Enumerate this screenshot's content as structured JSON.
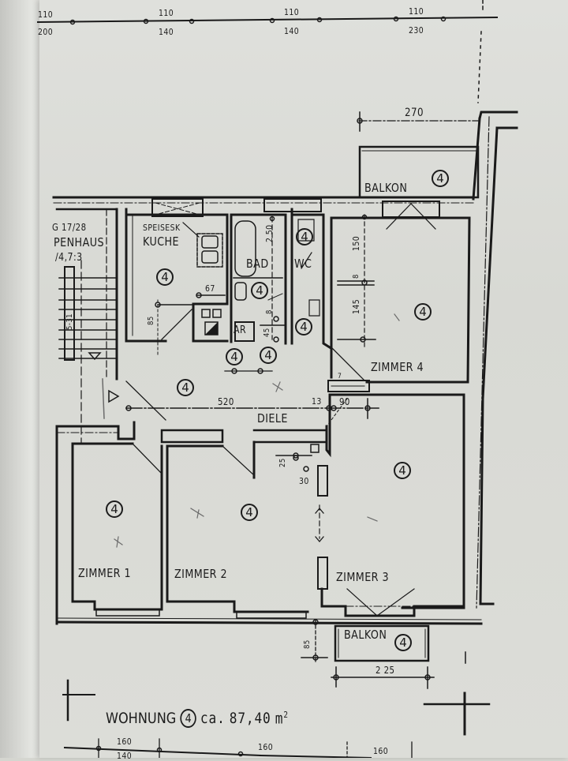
{
  "plan": {
    "title": "WOHNUNG",
    "unit_number": "4",
    "area_prefix": "ca.",
    "area_value": "87,40",
    "area_unit": "m",
    "area_unit_exp": "2"
  },
  "top_dimensions": {
    "upper": [
      "110",
      "110",
      "110",
      "110"
    ],
    "lower": [
      "200",
      "140",
      "140",
      "230"
    ]
  },
  "bottom_dimensions": {
    "upper": [
      "160",
      "160",
      "160"
    ],
    "lower": [
      "140"
    ]
  },
  "rooms": {
    "treppenhaus": {
      "label_line1": "G 17/28",
      "label_line2": "PENHAUS",
      "label_line3": "/4,7:3",
      "stair_dim": "5-31"
    },
    "kueche": {
      "label": "KUCHE",
      "sublabel": "SPEISESK",
      "unit": "4",
      "dim_width": "67",
      "dim_door": "85"
    },
    "bad": {
      "label": "BAD",
      "unit": "4",
      "dim_length": "2 50",
      "dim_small": "8"
    },
    "wc": {
      "label": "WC",
      "unit_top": "4",
      "unit_bottom": "4"
    },
    "abstellraum": {
      "label": "AR",
      "unit": "4",
      "dim": "45"
    },
    "zimmer4": {
      "label": "ZIMMER 4",
      "unit": "4",
      "dim_top": "150",
      "dim_mid": "8",
      "dim_bottom": "145",
      "dim_side": "7"
    },
    "diele": {
      "label": "DIELE",
      "unit": "4",
      "dim_length": "520",
      "dim_a": "13",
      "dim_b": "90",
      "unit2": "4"
    },
    "zimmer1": {
      "label": "ZIMMER 1",
      "unit": "4"
    },
    "zimmer2": {
      "label": "ZIMMER 2",
      "unit": "4",
      "dim_a": "25",
      "dim_b": "30"
    },
    "zimmer3": {
      "label": "ZIMMER 3",
      "unit": "4"
    },
    "balkon_top": {
      "label": "BALKON",
      "unit": "4",
      "dim_width": "270"
    },
    "balkon_bottom": {
      "label": "BALKON",
      "unit": "4",
      "dim_width": "2 25",
      "dim_depth": "85"
    }
  }
}
